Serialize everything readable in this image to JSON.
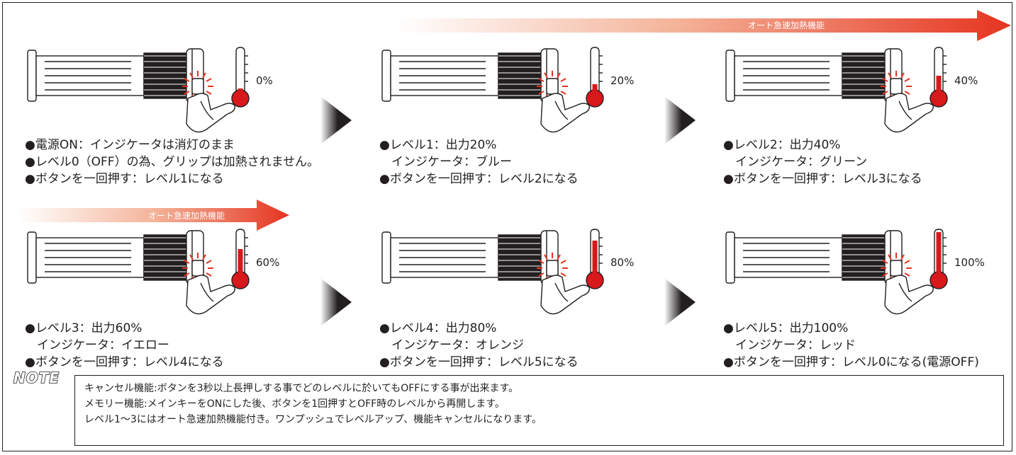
{
  "panels": [
    {
      "percent": "0%",
      "level": 0,
      "lines": [
        "●電源ON：インジケータは消灯のまま",
        "●レベル0（OFF）の為、グリップは加熱されません。",
        "●ボタンを一回押す：レベル1になる"
      ]
    },
    {
      "percent": "20%",
      "level": 0.2,
      "lines": [
        "●レベル1：出力20%",
        "　インジケータ：ブルー",
        "●ボタンを一回押す：レベル2になる"
      ]
    },
    {
      "percent": "40%",
      "level": 0.4,
      "lines": [
        "●レベル2：出力40%",
        "　インジケータ：グリーン",
        "●ボタンを一回押す：レベル3になる"
      ]
    },
    {
      "percent": "60%",
      "level": 0.6,
      "lines": [
        "●レベル3：出力60%",
        "　インジケータ：イエロー",
        "●ボタンを一回押す：レベル4になる"
      ]
    },
    {
      "percent": "80%",
      "level": 0.8,
      "lines": [
        "●レベル4：出力80%",
        "　インジケータ：オレンジ",
        "●ボタンを一回押す：レベル5になる"
      ]
    },
    {
      "percent": "100%",
      "level": 1.0,
      "lines": [
        "●レベル5：出力100%",
        "　インジケータ：レッド",
        "●ボタンを一回押す：レベル0になる(電源OFF)"
      ]
    }
  ],
  "auto_heat_label": "オート急速加熱機能",
  "note": {
    "badge": "NOTE",
    "lines": [
      "キャンセル機能:ボタンを3秒以上長押しする事でどのレベルに於いてもOFFにする事が出来ます。",
      "メモリー機能:メインキーをONにした後、ボタンを1回押すとOFF時のレベルから再開します。",
      "レベル1〜3にはオート急速加熱機能付き。ワンプッシュでレベルアップ、機能キャンセルになります。"
    ]
  },
  "colors": {
    "thermo_red": "#d7191c",
    "arrow_red": "#e53420",
    "line": "#231f20"
  },
  "icons": {
    "grip": "heated-grip-icon",
    "thermometer": "thermometer-icon",
    "step": "step-arrow-icon"
  }
}
